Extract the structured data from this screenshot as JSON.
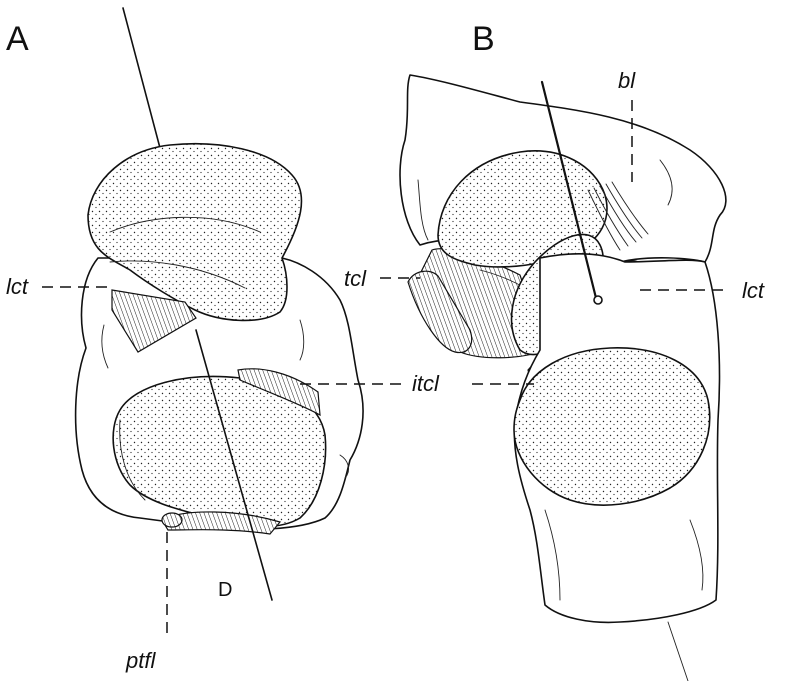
{
  "figure": {
    "panels": [
      {
        "letter": "A"
      },
      {
        "letter": "B"
      }
    ],
    "labels": {
      "lct_a": "lct",
      "itcl": "itcl",
      "ptfl": "ptfl",
      "D": "D",
      "bl": "bl",
      "tcl": "tcl",
      "lct_b": "lct"
    }
  }
}
